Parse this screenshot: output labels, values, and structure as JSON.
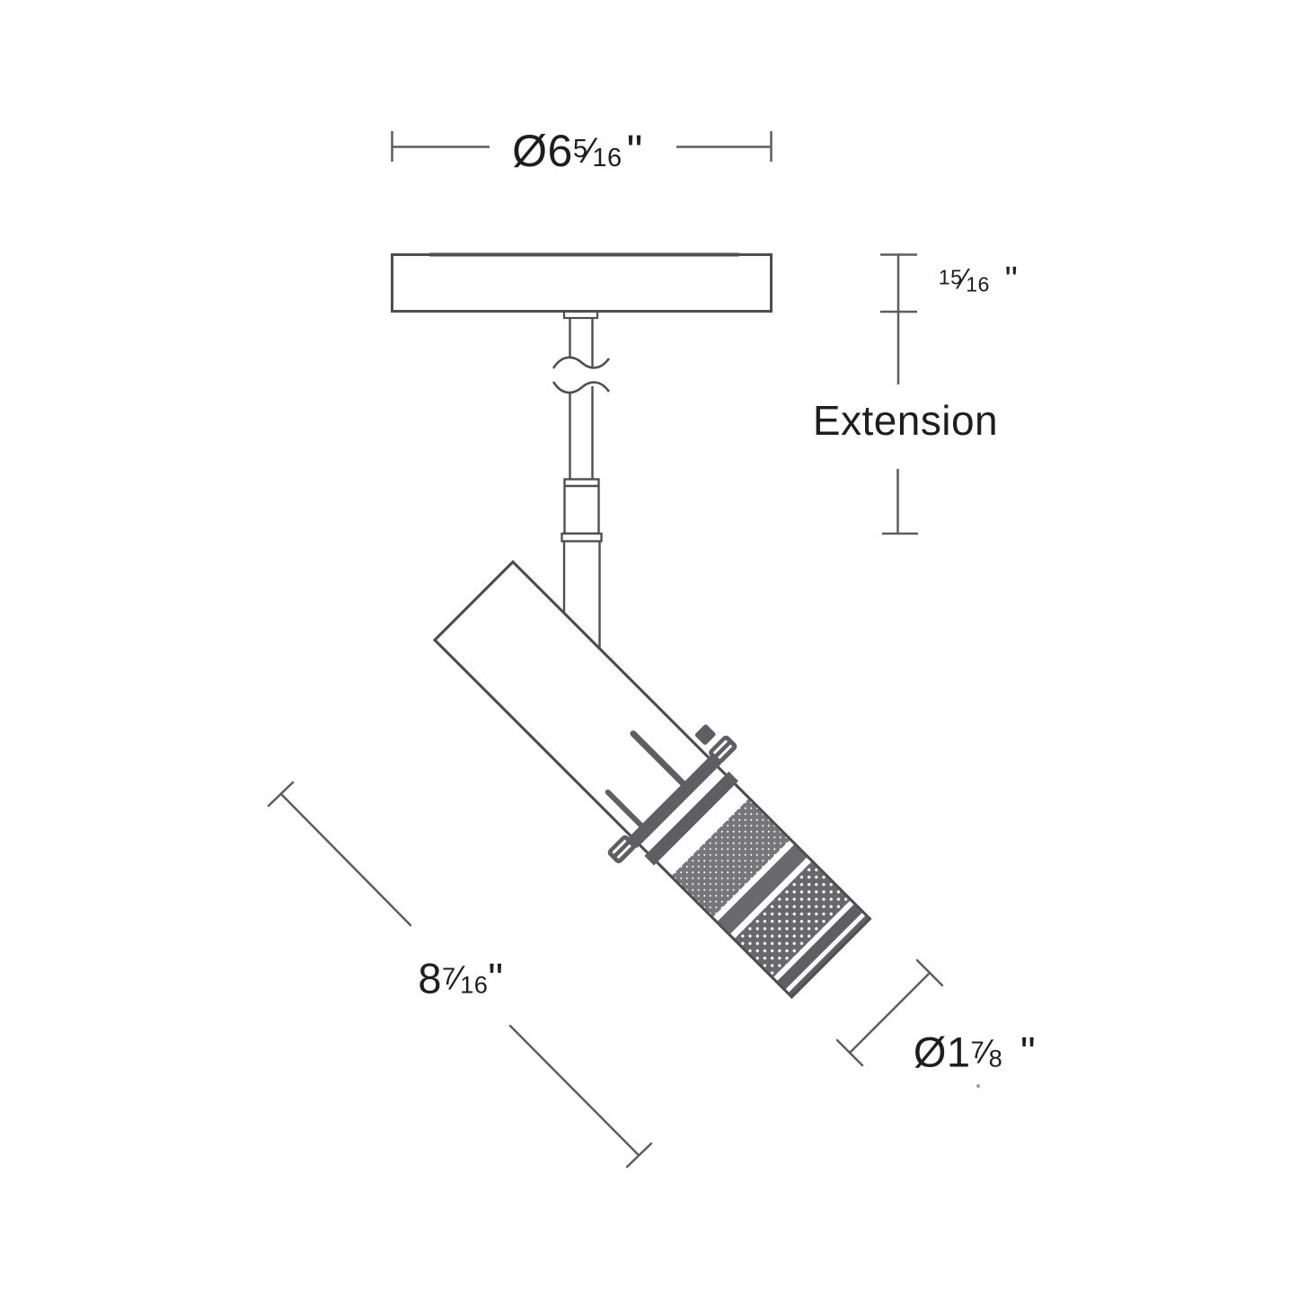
{
  "diagram": {
    "type": "technical-dimension-diagram",
    "fraction_slash": "⁄",
    "colors": {
      "background": "#ffffff",
      "drawing_line": "#4f4f52",
      "dimension_line": "#5d5d60",
      "label_text": "#1e1e1e",
      "knurl_fill": "#68686c",
      "band_fill": "#5f5f63"
    },
    "labels": {
      "canopy_diameter": {
        "prefix": "Ø6",
        "num": "5",
        "den": "16",
        "suffix": "\""
      },
      "canopy_height": {
        "num": "15",
        "den": "16",
        "suffix": "\""
      },
      "extension": "Extension",
      "fixture_length": {
        "prefix": "8",
        "num": "7",
        "den": "16",
        "suffix": "\""
      },
      "head_diameter": {
        "prefix": "Ø1",
        "num": "7",
        "den": "8",
        "suffix": "\""
      }
    }
  }
}
